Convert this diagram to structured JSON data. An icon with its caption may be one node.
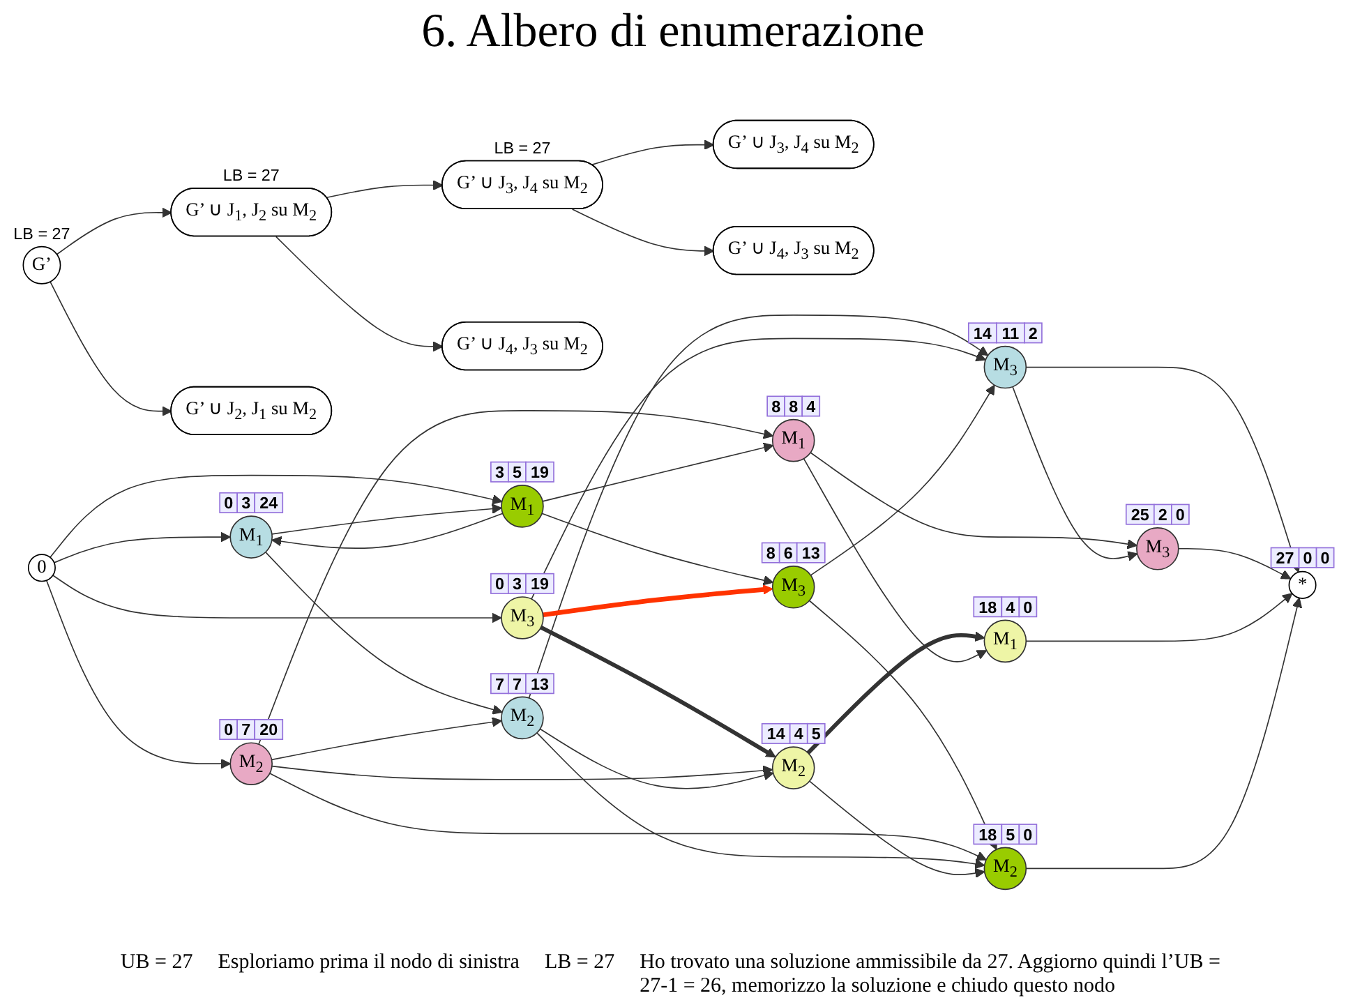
{
  "diagram": {
    "title": "6. Albero di enumerazione",
    "nodes": [
      {
        "text": [
          "G’"
        ],
        "beside": [
          "LB = 27"
        ]
      },
      {
        "text": [
          "G’ ∪ J$_{1}$, J$_{2}$ su M$_{2}$"
        ],
        "beside": [
          "LB = 27"
        ]
      },
      {
        "text": [
          "G’ ∪ J$_{2}$, J$_{1}$ su M$_{2}$"
        ]
      },
      {
        "text": [
          "G’ ∪ J$_{3}$, J$_{4}$ su M$_{2}$"
        ],
        "beside": [
          "LB = 27"
        ]
      },
      {
        "text": [
          "G’ ∪ J$_{4}$, J$_{3}$ su M$_{2}$"
        ]
      },
      {
        "text": [
          "G’ ∪ J$_{3}$, J$_{4}$ su M$_{2}$"
        ]
      },
      {
        "text": [
          "G’ ∪ J$_{4}$, J$_{3}$ su M$_{2}$"
        ]
      },
      {
        "text": [
          "0"
        ]
      },
      {
        "text": [
          "0",
          "3",
          "24",
          "M$_{1}$"
        ]
      },
      {
        "text": [
          "0",
          "7",
          "20",
          "M$_{2}$"
        ]
      },
      {
        "text": [
          "0",
          "3",
          "19",
          "M$_{3}$"
        ]
      },
      {
        "text": [
          "3",
          "5",
          "19",
          "M$_{1}$"
        ]
      },
      {
        "text": [
          "7",
          "7",
          "13",
          "M$_{2}$"
        ]
      },
      {
        "text": [
          "8",
          "8",
          "4",
          "M$_{1}$"
        ]
      },
      {
        "text": [
          "14",
          "4",
          "5",
          "M$_{2}$"
        ]
      },
      {
        "text": [
          "8",
          "6",
          "13",
          "M$_{3}$"
        ]
      },
      {
        "text": [
          "14",
          "11",
          "2",
          "M$_{3}$"
        ]
      },
      {
        "text": [
          "25",
          "2",
          "0",
          "M$_{3}$"
        ]
      },
      {
        "text": [
          "18",
          "4",
          "0",
          "M$_{1}$"
        ]
      },
      {
        "text": [
          "18",
          "5",
          "0",
          "M$_{2}$"
        ]
      },
      {
        "text": [
          "27",
          "0",
          "0",
          "*"
        ]
      }
    ],
    "edges": [
      {
        "from": 0,
        "to": 1,
        "arrow": "to"
      },
      {
        "from": 0,
        "to": 2,
        "arrow": "to"
      },
      {
        "from": 1,
        "to": 3,
        "arrow": "to"
      },
      {
        "from": 1,
        "to": 4,
        "arrow": "to"
      },
      {
        "from": 3,
        "to": 5,
        "arrow": "to"
      },
      {
        "from": 3,
        "to": 6,
        "arrow": "to"
      },
      {
        "from": 7,
        "to": 8,
        "arrow": "to"
      },
      {
        "from": 7,
        "to": 9,
        "arrow": "to"
      },
      {
        "from": 7,
        "to": 10,
        "arrow": "to"
      },
      {
        "from": 7,
        "to": 11,
        "arrow": "to"
      },
      {
        "from": 8,
        "to": 12,
        "arrow": "to"
      },
      {
        "from": 12,
        "to": 16,
        "arrow": "to"
      },
      {
        "from": 16,
        "to": 20,
        "arrow": "to"
      },
      {
        "from": 9,
        "to": 13,
        "arrow": "to"
      },
      {
        "from": 13,
        "to": 17,
        "arrow": "to"
      },
      {
        "from": 17,
        "to": 20,
        "arrow": "to"
      },
      {
        "from": 10,
        "to": 14,
        "arrow": "to",
        "style": "thick"
      },
      {
        "from": 14,
        "to": 18,
        "arrow": "to",
        "style": "thick"
      },
      {
        "from": 18,
        "to": 20,
        "arrow": "to"
      },
      {
        "from": 11,
        "to": 15,
        "arrow": "to"
      },
      {
        "from": 15,
        "to": 19,
        "arrow": "to"
      },
      {
        "from": 19,
        "to": 20,
        "arrow": "to"
      },
      {
        "from": 8,
        "to": 11,
        "arrow": "to"
      },
      {
        "from": 11,
        "to": 8,
        "arrow": "to"
      },
      {
        "from": 11,
        "to": 13,
        "arrow": "to"
      },
      {
        "from": 13,
        "to": 18,
        "arrow": "to"
      },
      {
        "from": 9,
        "to": 12,
        "arrow": "to"
      },
      {
        "from": 9,
        "to": 14,
        "arrow": "to"
      },
      {
        "from": 9,
        "to": 19,
        "arrow": "to"
      },
      {
        "from": 12,
        "to": 14,
        "arrow": "to"
      },
      {
        "from": 12,
        "to": 19,
        "arrow": "to"
      },
      {
        "from": 14,
        "to": 19,
        "arrow": "to"
      },
      {
        "from": 10,
        "to": 15,
        "arrow": "to",
        "style": "thick",
        "color": "#ff3300"
      },
      {
        "from": 10,
        "to": 16,
        "arrow": "to"
      },
      {
        "from": 15,
        "to": 16,
        "arrow": "to"
      },
      {
        "from": 16,
        "to": 17,
        "arrow": "to"
      }
    ],
    "labels": [
      "UB = 27",
      "Esploriamo prima il nodo di sinistra",
      "LB = 27",
      "Ho trovato una soluzione ammissibile da 27. Aggiorno quindi l’UB = 27-1 = 26, memorizzo la soluzione e chiudo questo nodo"
    ]
  }
}
